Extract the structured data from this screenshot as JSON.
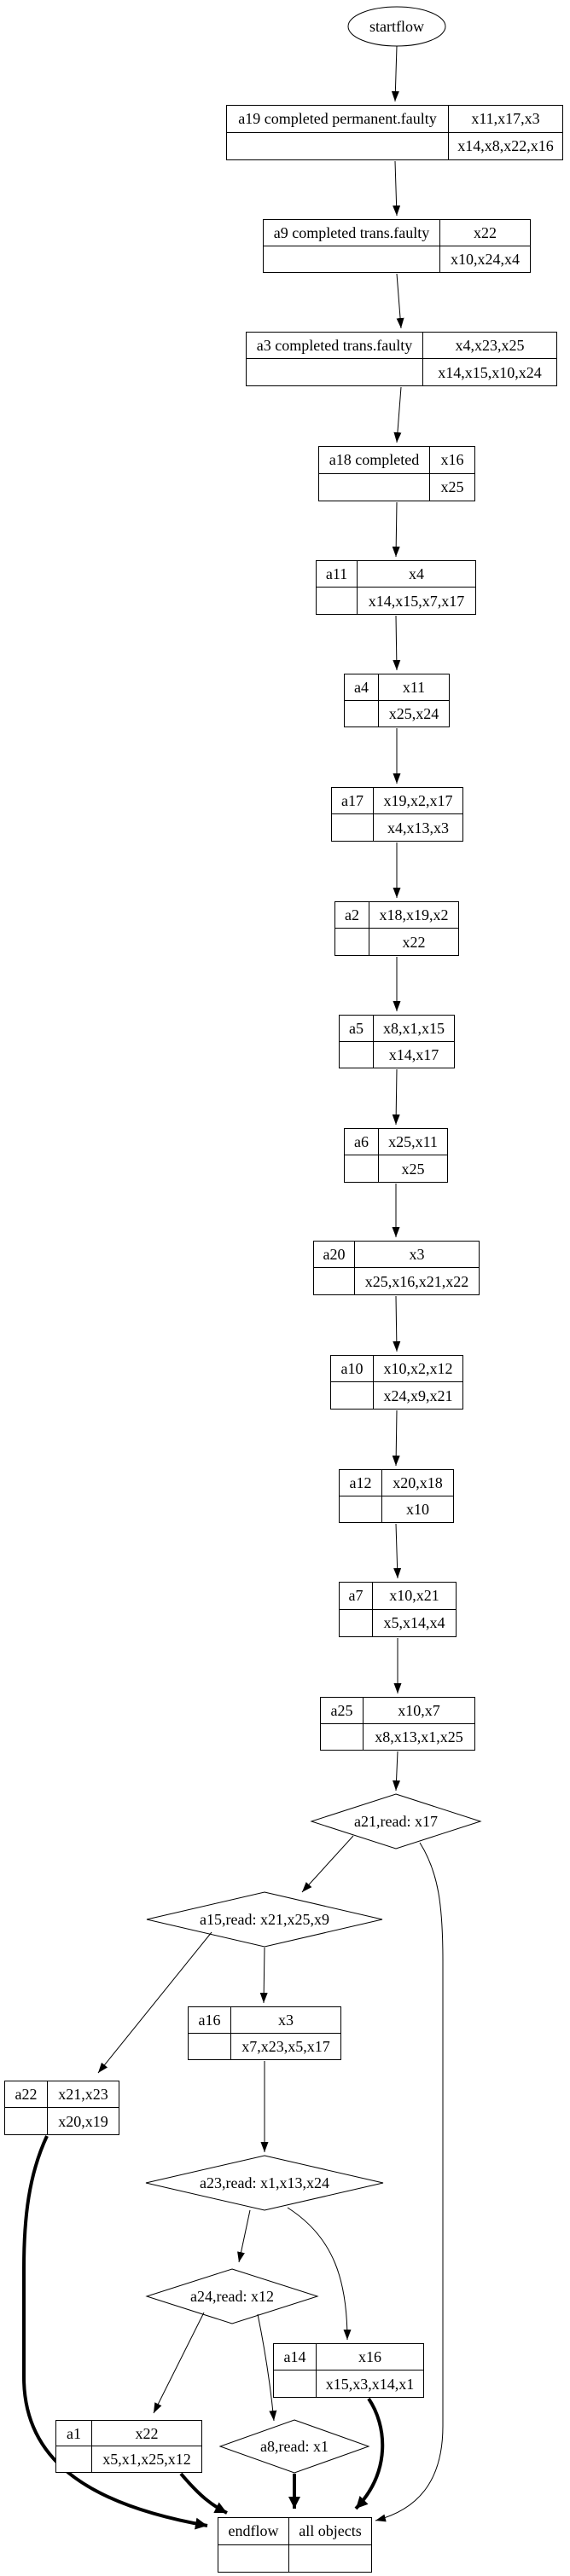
{
  "diagram": {
    "colors": {
      "stroke": "#000000",
      "background": "#ffffff"
    },
    "nodes": {
      "start": {
        "title": "startflow"
      },
      "a19": {
        "title": "a19 completed permanent.faulty",
        "top": "x11,x17,x3",
        "bottom": "x14,x8,x22,x16"
      },
      "a9": {
        "title": "a9 completed trans.faulty",
        "top": "x22",
        "bottom": "x10,x24,x4"
      },
      "a3": {
        "title": "a3 completed trans.faulty",
        "top": "x4,x23,x25",
        "bottom": "x14,x15,x10,x24"
      },
      "a18": {
        "title": "a18 completed",
        "top": "x16",
        "bottom": "x25"
      },
      "a11": {
        "title": "a11",
        "top": "x4",
        "bottom": "x14,x15,x7,x17"
      },
      "a4": {
        "title": "a4",
        "top": "x11",
        "bottom": "x25,x24"
      },
      "a17": {
        "title": "a17",
        "top": "x19,x2,x17",
        "bottom": "x4,x13,x3"
      },
      "a2": {
        "title": "a2",
        "top": "x18,x19,x2",
        "bottom": "x22"
      },
      "a5": {
        "title": "a5",
        "top": "x8,x1,x15",
        "bottom": "x14,x17"
      },
      "a6": {
        "title": "a6",
        "top": "x25,x11",
        "bottom": "x25"
      },
      "a20": {
        "title": "a20",
        "top": "x3",
        "bottom": "x25,x16,x21,x22"
      },
      "a10": {
        "title": "a10",
        "top": "x10,x2,x12",
        "bottom": "x24,x9,x21"
      },
      "a12": {
        "title": "a12",
        "top": "x20,x18",
        "bottom": "x10"
      },
      "a7": {
        "title": "a7",
        "top": "x10,x21",
        "bottom": "x5,x14,x4"
      },
      "a25": {
        "title": "a25",
        "top": "x10,x7",
        "bottom": "x8,x13,x1,x25"
      },
      "a21": {
        "title": "a21,read: x17"
      },
      "a15": {
        "title": "a15,read: x21,x25,x9"
      },
      "a16": {
        "title": "a16",
        "top": "x3",
        "bottom": "x7,x23,x5,x17"
      },
      "a22": {
        "title": "a22",
        "top": "x21,x23",
        "bottom": "x20,x19"
      },
      "a23": {
        "title": "a23,read: x1,x13,x24"
      },
      "a24": {
        "title": "a24,read: x12"
      },
      "a14": {
        "title": "a14",
        "top": "x16",
        "bottom": "x15,x3,x14,x1"
      },
      "a1": {
        "title": "a1",
        "top": "x22",
        "bottom": "x5,x1,x25,x12"
      },
      "a8": {
        "title": "a8,read: x1"
      },
      "end": {
        "title": "endflow",
        "top": "all objects"
      }
    },
    "edges": [
      {
        "from": "startflow",
        "to": "a19",
        "weight": "thin"
      },
      {
        "from": "a19",
        "to": "a9",
        "weight": "thin"
      },
      {
        "from": "a9",
        "to": "a3",
        "weight": "thin"
      },
      {
        "from": "a3",
        "to": "a18",
        "weight": "thin"
      },
      {
        "from": "a18",
        "to": "a11",
        "weight": "thin"
      },
      {
        "from": "a11",
        "to": "a4",
        "weight": "thin"
      },
      {
        "from": "a4",
        "to": "a17",
        "weight": "thin"
      },
      {
        "from": "a17",
        "to": "a2",
        "weight": "thin"
      },
      {
        "from": "a2",
        "to": "a5",
        "weight": "thin"
      },
      {
        "from": "a5",
        "to": "a6",
        "weight": "thin"
      },
      {
        "from": "a6",
        "to": "a20",
        "weight": "thin"
      },
      {
        "from": "a20",
        "to": "a10",
        "weight": "thin"
      },
      {
        "from": "a10",
        "to": "a12",
        "weight": "thin"
      },
      {
        "from": "a12",
        "to": "a7",
        "weight": "thin"
      },
      {
        "from": "a7",
        "to": "a25",
        "weight": "thin"
      },
      {
        "from": "a25",
        "to": "a21",
        "weight": "thin"
      },
      {
        "from": "a21",
        "to": "a15",
        "weight": "thin"
      },
      {
        "from": "a21",
        "to": "endflow",
        "weight": "thin"
      },
      {
        "from": "a15",
        "to": "a16",
        "weight": "thin"
      },
      {
        "from": "a15",
        "to": "a22",
        "weight": "thin"
      },
      {
        "from": "a16",
        "to": "a23",
        "weight": "thin"
      },
      {
        "from": "a23",
        "to": "a24",
        "weight": "thin"
      },
      {
        "from": "a23",
        "to": "a14",
        "weight": "thin"
      },
      {
        "from": "a24",
        "to": "a1",
        "weight": "thin"
      },
      {
        "from": "a24",
        "to": "a8",
        "weight": "thin"
      },
      {
        "from": "a22",
        "to": "endflow",
        "weight": "bold"
      },
      {
        "from": "a1",
        "to": "endflow",
        "weight": "bold"
      },
      {
        "from": "a8",
        "to": "endflow",
        "weight": "bold"
      },
      {
        "from": "a14",
        "to": "endflow",
        "weight": "bold"
      }
    ]
  }
}
